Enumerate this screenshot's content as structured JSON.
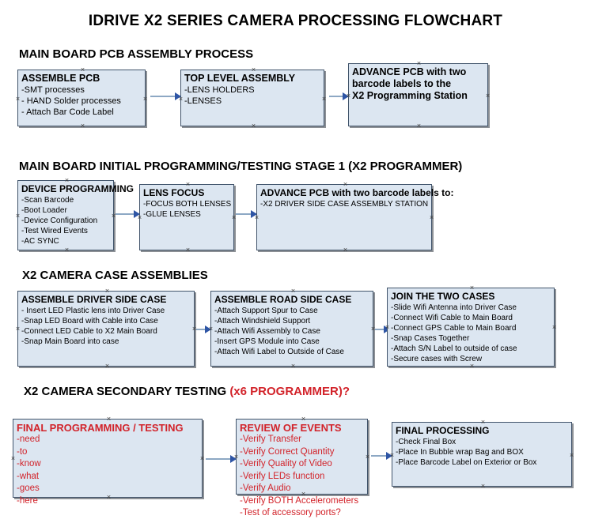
{
  "document": {
    "title": "IDRIVE X2  SERIES CAMERA PROCESSING FLOWCHART",
    "accent_color": "#d2232a",
    "node_fill": "#dce6f1",
    "node_border": "#41546b",
    "connector_color": "#8da8c4",
    "arrowhead_color": "#2e55a5"
  },
  "sections": [
    {
      "heading": "MAIN BOARD PCB ASSEMBLY PROCESS",
      "heading_accent": "",
      "nodes": [
        {
          "title": "ASSEMBLE PCB",
          "lines": [
            "-SMT processes",
            "- HAND Solder processes",
            "- Attach Bar Code Label"
          ]
        },
        {
          "title": "TOP LEVEL ASSEMBLY",
          "lines": [
            "-LENS HOLDERS",
            "-LENSES"
          ]
        },
        {
          "title": "ADVANCE PCB with two",
          "lines": [
            "barcode labels to the",
            " X2 Programming Station"
          ]
        }
      ]
    },
    {
      "heading": "MAIN BOARD INITIAL PROGRAMMING/TESTING STAGE 1 (X2 PROGRAMMER)",
      "heading_accent": "",
      "nodes": [
        {
          "title": "DEVICE PROGRAMMING",
          "lines": [
            "-Scan Barcode",
            "-Boot Loader",
            "-Device Configuration",
            "-Test Wired Events",
            "-AC SYNC"
          ]
        },
        {
          "title": "LENS FOCUS",
          "lines": [
            "-FOCUS BOTH LENSES",
            "-GLUE LENSES"
          ]
        },
        {
          "title": "ADVANCE PCB with two barcode labels to:",
          "lines": [
            "-X2 DRIVER  SIDE  CASE  ASSEMBLY STATION"
          ]
        }
      ]
    },
    {
      "heading": "X2 CAMERA CASE ASSEMBLIES",
      "heading_accent": "",
      "nodes": [
        {
          "title": "ASSEMBLE DRIVER SIDE CASE",
          "lines": [
            "- Insert LED Plastic lens into Driver Case",
            "-Snap LED Board with Cable into Case",
            "-Connect LED Cable to X2 Main Board",
            "-Snap Main Board into case"
          ]
        },
        {
          "title": "ASSEMBLE ROAD SIDE CASE",
          "lines": [
            "-Attach Support Spur to Case",
            "-Attach Windshield Support",
            "-Attach Wifi Assembly to Case",
            "-Insert GPS Module into Case",
            "-Attach Wifi Label to Outside of Case"
          ]
        },
        {
          "title": "JOIN THE TWO CASES",
          "lines": [
            "-Slide Wifi Antenna into Driver Case",
            "-Connect Wifi Cable to Main Board",
            "-Connect GPS Cable to Main Board",
            "-Snap Cases Together",
            "-Attach S/N Label to outside of case",
            "-Secure cases with Screw"
          ]
        }
      ]
    },
    {
      "heading": "X2 CAMERA SECONDARY TESTING ",
      "heading_accent": "(x6 PROGRAMMER)?",
      "nodes": [
        {
          "title": "FINAL PROGRAMMING / TESTING",
          "lines": [
            "-need",
            "-to",
            "-know",
            "-what",
            "-goes",
            "-here"
          ]
        },
        {
          "title": "REVIEW OF EVENTS",
          "lines": [
            "-Verify Transfer",
            "-Verify Correct Quantity",
            "-Verify Quality of Video",
            "-Verify LEDs function",
            "-Verify Audio",
            "-Verify BOTH Accelerometers",
            "-Test of accessory ports?"
          ]
        },
        {
          "title": "FINAL PROCESSING",
          "lines": [
            " -Check Final Box",
            "-Place In Bubble wrap Bag and BOX",
            "-Place Barcode Label on Exterior or Box"
          ]
        }
      ]
    }
  ]
}
